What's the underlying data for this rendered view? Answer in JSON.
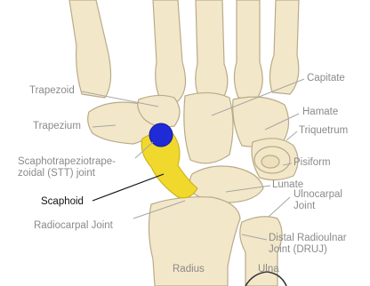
{
  "labels": {
    "trapezoid": "Trapezoid",
    "trapezium": "Trapezium",
    "stt_line1": "Scaphotrapeziotrape-",
    "stt_line2": "zoidal (STT) joint",
    "scaphoid": "Scaphoid",
    "radiocarpal_joint": "Radiocarpal Joint",
    "capitate": "Capitate",
    "hamate": "Hamate",
    "triquetrum": "Triquetrum",
    "pisiform": "Pisiform",
    "lunate": "Lunate",
    "ulnocarpal_line1": "Ulnocarpal",
    "ulnocarpal_line2": "Joint",
    "druj_line1": "Distal Radioulnar",
    "druj_line2": "Joint (DRUJ)",
    "radius": "Radius",
    "ulna": "Ulna"
  },
  "colors": {
    "bone": "#f3e7c9",
    "bone_outline": "#b9ab88",
    "scaphoid_highlight": "#f1d82c",
    "stt_marker": "#1f2bd6",
    "label_gray": "#8a8a8a",
    "leader_gray": "#a6a6a6"
  }
}
